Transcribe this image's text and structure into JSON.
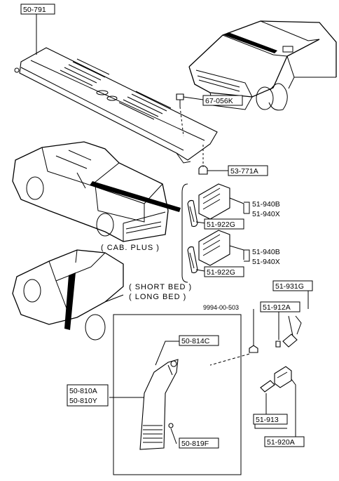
{
  "labels": {
    "l1": "50-791",
    "l2": "67-056K",
    "l3": "53-771A",
    "l4a": "51-940B",
    "l4b": "51-940X",
    "l5": "51-922G",
    "l6a": "51-940B",
    "l6b": "51-940X",
    "l7": "51-922G",
    "l8": "51-931G",
    "l9": "51-912A",
    "l10": "9994-00-503",
    "l11": "50-814C",
    "l12a": "50-810A",
    "l12b": "50-810Y",
    "l13": "50-819F",
    "l14": "51-913",
    "l15": "51-920A"
  },
  "captions": {
    "cab_plus": "( CAB. PLUS )",
    "short_bed": "( SHORT  BED )",
    "long_bed": "( LONG  BED )"
  }
}
